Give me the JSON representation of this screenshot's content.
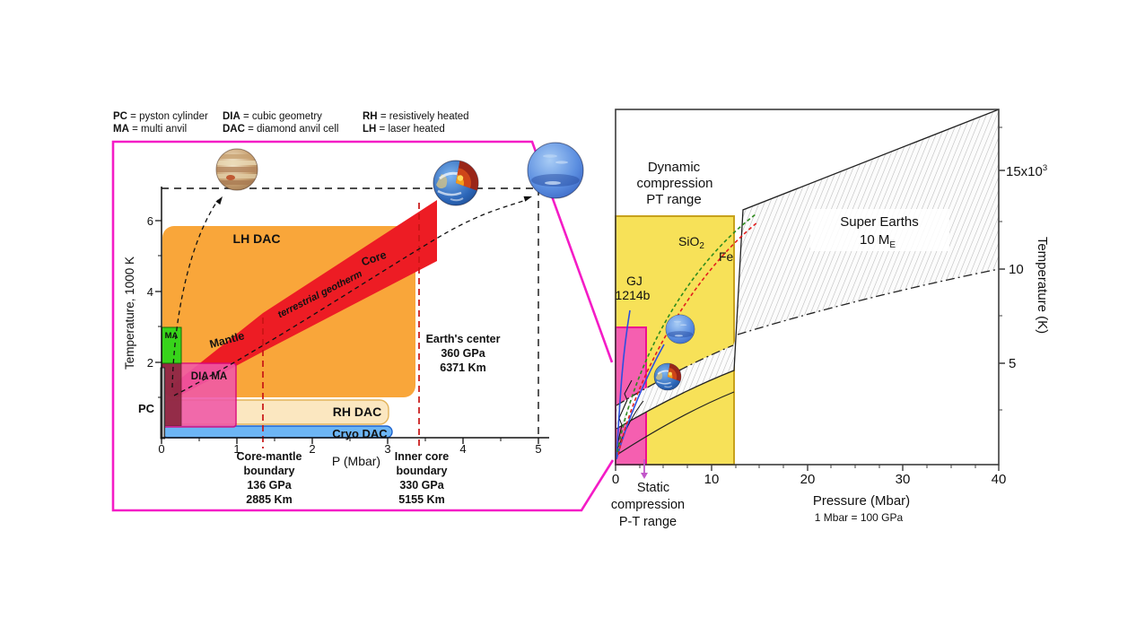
{
  "legend": {
    "items": [
      {
        "abbr": "PC",
        "rest": " = pyston cylinder"
      },
      {
        "abbr": "MA",
        "rest": " = multi anvil"
      },
      {
        "abbr": "DIA",
        "rest": " = cubic geometry"
      },
      {
        "abbr": "DAC",
        "rest": " = diamond anvil cell"
      },
      {
        "abbr": "RH",
        "rest": " = resistively heated"
      },
      {
        "abbr": "LH",
        "rest": " = laser heated"
      }
    ]
  },
  "left": {
    "y_axis_label": "Temperature, 1000 K",
    "x_axis_label": "P (Mbar)",
    "x_ticks": [
      "0",
      "1",
      "2",
      "3",
      "4",
      "5"
    ],
    "y_ticks": [
      "2",
      "4",
      "6"
    ],
    "lh_dac": "LH DAC",
    "rh_dac": "RH DAC",
    "cryo_dac": "Cryo DAC",
    "ma": "MA",
    "dia_ma": "DIA MA",
    "pc": "PC",
    "mantle": "Mantle",
    "core": "Core",
    "geotherm": "terrestrial geotherm",
    "cmb": [
      "Core-mantle",
      "boundary",
      "136 GPa",
      "2885 Km"
    ],
    "icb": [
      "Inner core",
      "boundary",
      "330 GPa",
      "5155 Km"
    ],
    "center": [
      "Earth's center",
      "360 GPa",
      "6371 Km"
    ]
  },
  "right": {
    "x_axis_label": "Pressure (Mbar)",
    "x_axis_note": "1 Mbar = 100 GPa",
    "y_axis_label": "Temperature (K)",
    "x_ticks": [
      "0",
      "10",
      "20",
      "30",
      "40"
    ],
    "y_tick_5": "5",
    "y_tick_10": "10",
    "y_tick_15": "15x10",
    "y_tick_15_sup": "3",
    "dynamic": [
      "Dynamic",
      "compression",
      "PT range"
    ],
    "static": [
      "Static",
      "compression",
      "P-T range"
    ],
    "super_1": "Super Earths",
    "super_2": "10 M",
    "super_sub": "E",
    "sio2": "SiO",
    "sio2_sub": "2",
    "fe": "Fe",
    "gj_1": "GJ",
    "gj_2": "1214b"
  },
  "colors": {
    "magenta_frame": "#F41CC6",
    "lh_dac_orange": "#F9A63A",
    "rh_dac_cream": "#FBE7C0",
    "cryo_blue": "#6CB5F5",
    "ma_green": "#37D41A",
    "dia_ma_pink": "#F058A8",
    "pc_gray": "#ABABAB",
    "geotherm_red": "#ED1C24",
    "dynamic_yellow": "#F7E158",
    "static_pink": "#F55FB0",
    "dynamic_text": "#C9980E",
    "static_text": "#9A30A8",
    "sio2_green": "#2E8B1E",
    "fe_red": "#E31E1E",
    "gj_blue": "#1D3FCE",
    "boundary_dashed_red": "#C81414"
  },
  "chart_data": [
    {
      "type": "area",
      "panel": "left",
      "title": "Experimental technique P-T ranges vs terrestrial geotherm",
      "xlabel": "P (Mbar)",
      "ylabel": "Temperature, 1000 K",
      "xlim": [
        0,
        5
      ],
      "ylim": [
        0,
        7
      ],
      "x_ticks": [
        0,
        1,
        2,
        3,
        4,
        5
      ],
      "y_ticks": [
        2,
        4,
        6
      ],
      "grid": false,
      "regions": [
        {
          "name": "LH DAC",
          "p_mbar": [
            0,
            3.36
          ],
          "t_kK": [
            1.0,
            5.85
          ]
        },
        {
          "name": "RH DAC",
          "p_mbar": [
            0,
            3.0
          ],
          "t_kK": [
            0.3,
            0.95
          ]
        },
        {
          "name": "Cryo DAC",
          "p_mbar": [
            0,
            3.05
          ],
          "t_kK": [
            0,
            0.25
          ]
        },
        {
          "name": "MA",
          "p_mbar": [
            0,
            0.26
          ],
          "t_kK": [
            2.0,
            3.0
          ]
        },
        {
          "name": "DIA MA",
          "p_mbar": [
            0,
            0.98
          ],
          "t_kK": [
            0.2,
            2.0
          ]
        },
        {
          "name": "PC",
          "p_mbar": [
            0,
            0.06
          ],
          "t_kK": [
            0,
            1.85
          ]
        }
      ],
      "geotherm_band": {
        "label": "terrestrial geotherm",
        "mantle_from": [
          0.13,
          1.1
        ],
        "mantle_to": [
          1.35,
          2.7
        ],
        "core_from": [
          1.35,
          3.0
        ],
        "core_to": [
          3.65,
          5.8
        ]
      },
      "boundaries": [
        {
          "label": "Core-mantle boundary",
          "gpa": 136,
          "km": 2885,
          "p_mbar": 1.36
        },
        {
          "label": "Inner core boundary",
          "gpa": 330,
          "km": 5155,
          "p_mbar": 3.3
        },
        {
          "label": "Earth's center",
          "gpa": 360,
          "km": 6371
        }
      ],
      "dashed_box": {
        "p_mbar": [
          0,
          5
        ],
        "t_kK": [
          0,
          6.9
        ]
      },
      "planets": [
        "Jupiter",
        "Earth cutaway",
        "Neptune"
      ]
    },
    {
      "type": "area",
      "panel": "right",
      "xlabel": "Pressure (Mbar)",
      "xnote": "1 Mbar = 100 GPa",
      "ylabel": "Temperature (K)",
      "xlim": [
        0,
        40
      ],
      "ylim": [
        0,
        18500
      ],
      "x_ticks": [
        0,
        10,
        20,
        30,
        40
      ],
      "y_ticks": [
        5000,
        10000,
        15000
      ],
      "grid": false,
      "regions": [
        {
          "name": "Dynamic compression PT range",
          "p_mbar": [
            0,
            12.4
          ],
          "t_K": [
            0,
            12800
          ]
        },
        {
          "name": "Static compression P-T range",
          "p_mbar": [
            0,
            3.2
          ],
          "t_K": [
            0,
            6900
          ]
        },
        {
          "name": "Super Earths 10 ME",
          "shape": "hatched",
          "outline_p_t": [
            [
              0,
              1500
            ],
            [
              12.4,
              4600
            ],
            [
              13.3,
              13100
            ],
            [
              40,
              18500
            ],
            [
              40,
              10000
            ],
            [
              12.8,
              6100
            ],
            [
              0,
              2800
            ]
          ]
        }
      ],
      "curves": [
        {
          "name": "SiO2",
          "style": "green dashed",
          "from": [
            0,
            300
          ],
          "to": [
            14.9,
            12900
          ]
        },
        {
          "name": "Fe",
          "style": "red dashed",
          "from": [
            0,
            150
          ],
          "to": [
            14.9,
            12500
          ]
        },
        {
          "name": "GJ 1214b",
          "style": "blue solid (two isentropes)",
          "to": [
            5.1,
            6800
          ]
        }
      ]
    }
  ]
}
